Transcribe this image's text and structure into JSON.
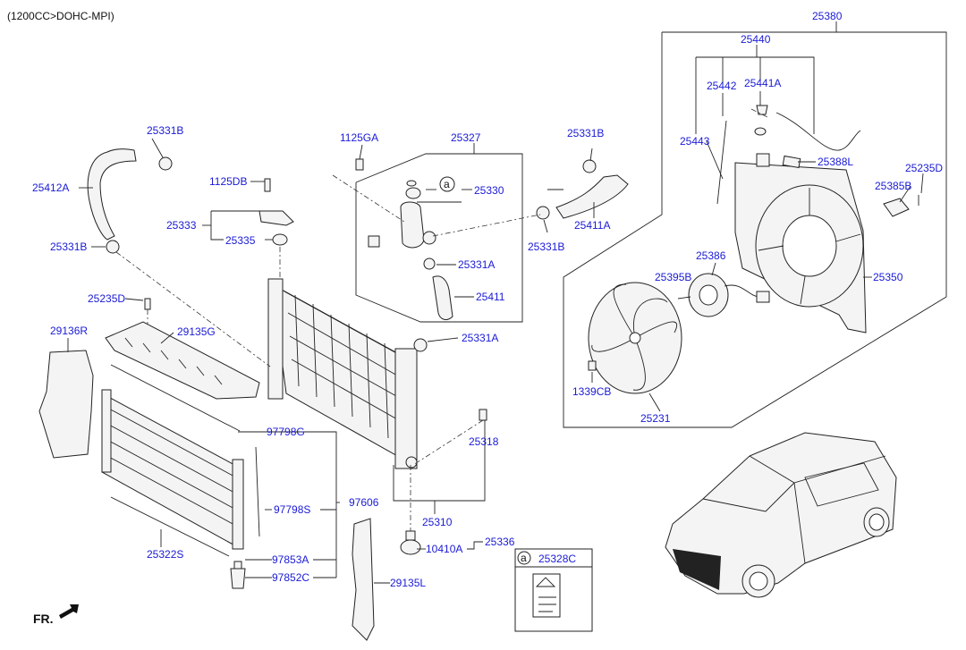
{
  "header": {
    "title": "(1200CC>DOHC-MPI)"
  },
  "colors": {
    "label": "#1a1ad6",
    "line": "#222222",
    "title": "#111111"
  },
  "orientation": {
    "label": "FR."
  },
  "callout": {
    "marker": "a",
    "part": "25328C"
  },
  "labels": {
    "p25380": "25380",
    "p25440": "25440",
    "p25442": "25442",
    "p25441A": "25441A",
    "p25443": "25443",
    "p25388L": "25388L",
    "p25235D_r": "25235D",
    "p25385B": "25385B",
    "p25386": "25386",
    "p25395B": "25395B",
    "p25350": "25350",
    "p1339CB": "1339CB",
    "p25231": "25231",
    "p25331B_1": "25331B",
    "p25412A": "25412A",
    "p25331B_2": "25331B",
    "p1125GA": "1125GA",
    "p25327": "25327",
    "p25330": "25330",
    "p25331B_3": "25331B",
    "p25411A": "25411A",
    "p25331B_4": "25331B",
    "p1125DB": "1125DB",
    "p25333": "25333",
    "p25335": "25335",
    "p25331A_1": "25331A",
    "p25411": "25411",
    "p25235D_l": "25235D",
    "p29136R": "29136R",
    "p29135G": "29135G",
    "p25331A_2": "25331A",
    "p25318": "25318",
    "p97798G": "97798G",
    "p97798S": "97798S",
    "p97606": "97606",
    "p25310": "25310",
    "p25336": "25336",
    "p10410A": "10410A",
    "p25322S": "25322S",
    "p97853A": "97853A",
    "p97852C": "97852C",
    "p29135L": "29135L"
  }
}
